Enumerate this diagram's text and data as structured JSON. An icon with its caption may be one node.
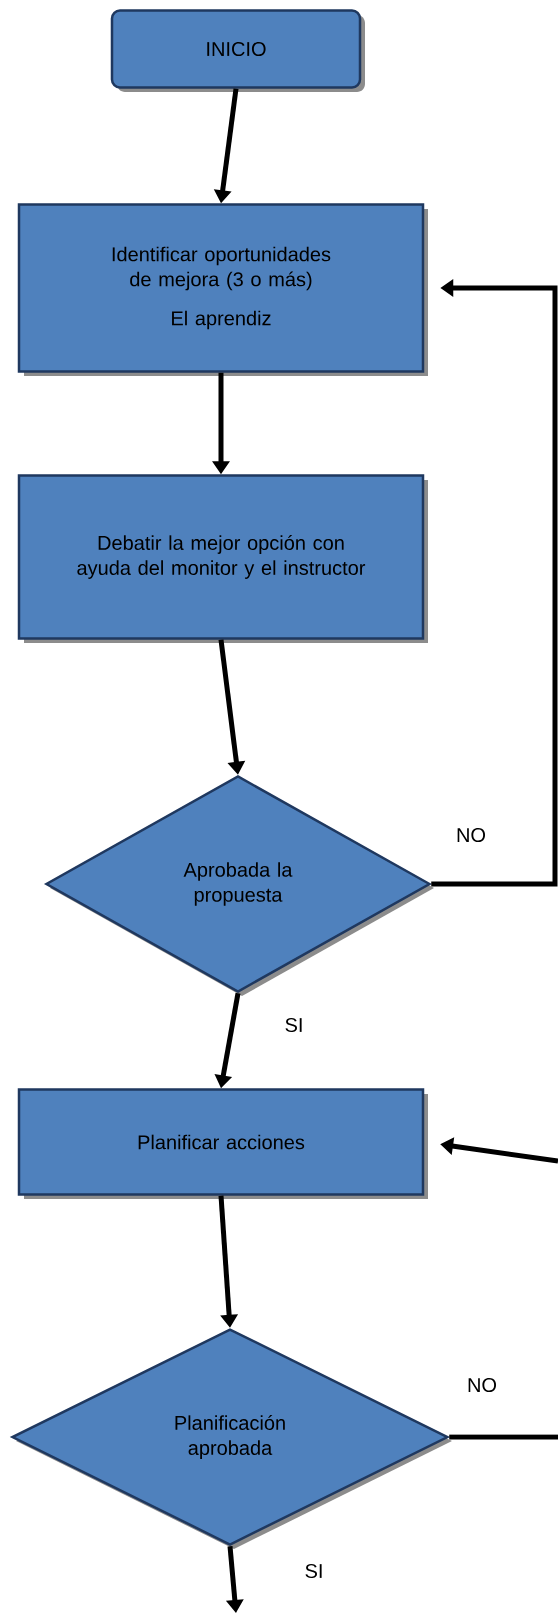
{
  "diagram": {
    "nodes": [
      {
        "text": [
          "INICIO"
        ]
      },
      {
        "text": [
          "Identificar oportunidades de mejora (3 o más)",
          "El aprendiz"
        ]
      },
      {
        "text": [
          "Debatir la mejor opción con ayuda del monitor y el instructor"
        ]
      },
      {
        "text": [
          "Aprobada la propuesta"
        ]
      },
      {
        "text": [
          "Planificar acciones"
        ]
      },
      {
        "text": [
          "Planificación aprobada"
        ]
      }
    ],
    "edges": [
      {
        "from": 0,
        "to": 1,
        "arrow": "to"
      },
      {
        "from": 1,
        "to": 2,
        "arrow": "to"
      },
      {
        "from": 2,
        "to": 3,
        "arrow": "to"
      },
      {
        "from": 3,
        "to": 1,
        "arrow": "to",
        "label": "NO"
      },
      {
        "from": 3,
        "to": 4,
        "arrow": "to",
        "label": "SI"
      },
      {
        "from": 4,
        "to": 5,
        "arrow": "to"
      },
      {
        "from": 5,
        "to": null,
        "arrow": "none",
        "label": "NO"
      },
      {
        "from": null,
        "to": 4,
        "arrow": "to"
      },
      {
        "from": 5,
        "to": null,
        "arrow": "to",
        "label": "SI"
      }
    ]
  }
}
